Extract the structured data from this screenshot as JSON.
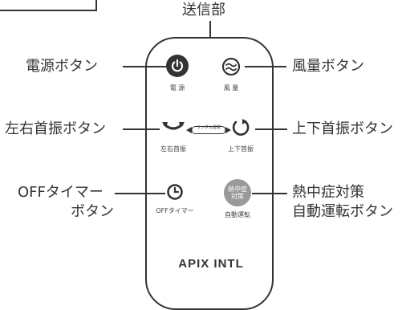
{
  "transmitter_label": "送信部",
  "remote": {
    "buttons": {
      "power": {
        "callout": "電源ボタン",
        "label": "電 源",
        "icon": "power-icon"
      },
      "fan": {
        "callout": "風量ボタン",
        "label": "風 量",
        "icon": "wind-icon"
      },
      "swing_h": {
        "callout": "左右首振ボタン",
        "label": "左右首振",
        "icon": "swing-horizontal-icon"
      },
      "swing_v": {
        "callout": "上下首振ボタン",
        "label": "上下首振",
        "icon": "swing-vertical-icon"
      },
      "random": {
        "label": "ランダム首振",
        "icon": "random-arrow-icon"
      },
      "timer": {
        "callout_line1": "OFFタイマー",
        "callout_line2": "ボタン",
        "label": "OFFタイマー",
        "icon": "clock-icon"
      },
      "heatstroke": {
        "callout_line1": "熱中症対策",
        "callout_line2": "自動運転ボタン",
        "label": "自動運転",
        "badge_line1": "熱中症",
        "badge_line2": "対策"
      }
    },
    "brand": "APIX INTL"
  },
  "colors": {
    "ink": "#333333",
    "button_fill": "#333333",
    "badge_fill": "#999999",
    "background": "#ffffff"
  }
}
